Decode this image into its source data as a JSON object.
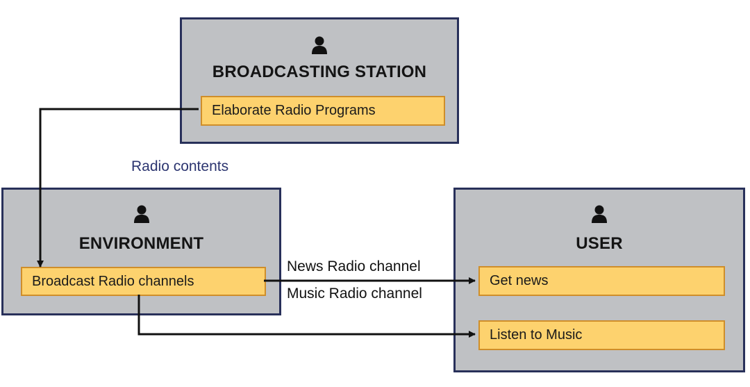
{
  "actors": {
    "station": {
      "icon": "person-icon",
      "title": "BROADCASTING STATION",
      "task": "Elaborate Radio Programs"
    },
    "environment": {
      "icon": "person-icon",
      "title": "ENVIRONMENT",
      "task": "Broadcast Radio channels"
    },
    "user": {
      "icon": "person-icon",
      "title": "USER",
      "tasks": [
        "Get news",
        "Listen to Music"
      ]
    }
  },
  "flows": {
    "radio_contents": "Radio contents",
    "news_channel": "News Radio channel",
    "music_channel": "Music Radio channel"
  },
  "colors": {
    "actor_fill": "#bfc1c4",
    "actor_border": "#28305a",
    "task_fill": "#fdd26e",
    "task_border": "#cf8e2a",
    "flow_label_blue": "#2c3570"
  }
}
